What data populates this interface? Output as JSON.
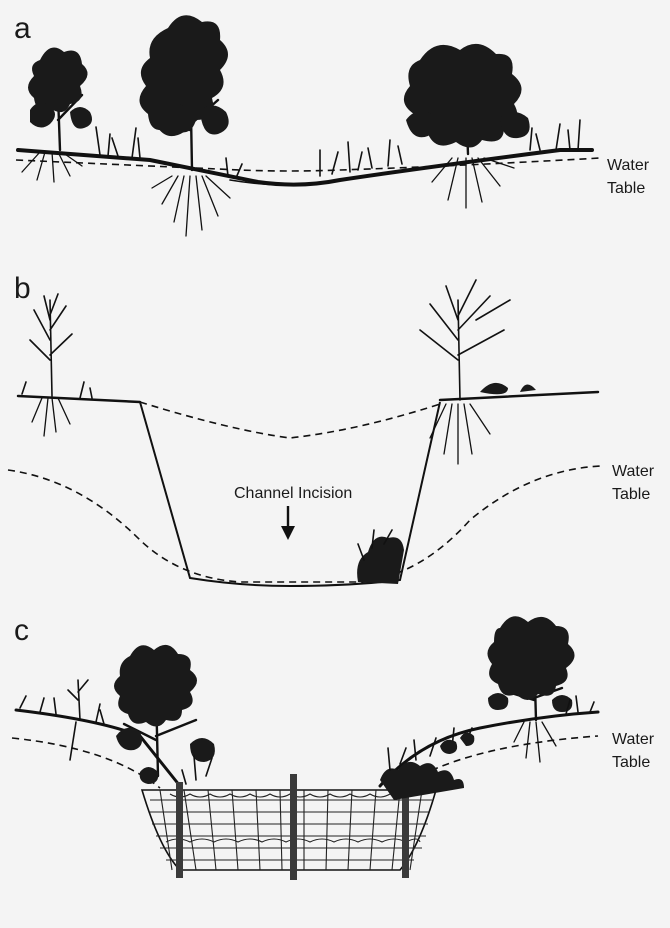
{
  "panels": [
    {
      "letter": "a",
      "labels": {
        "water_table_line1": "Water",
        "water_table_line2": "Table"
      }
    },
    {
      "letter": "b",
      "labels": {
        "water_table_line1": "Water",
        "water_table_line2": "Table",
        "channel_incision": "Channel Incision"
      }
    },
    {
      "letter": "c",
      "labels": {
        "water_table_line1": "Water",
        "water_table_line2": "Table"
      }
    }
  ]
}
